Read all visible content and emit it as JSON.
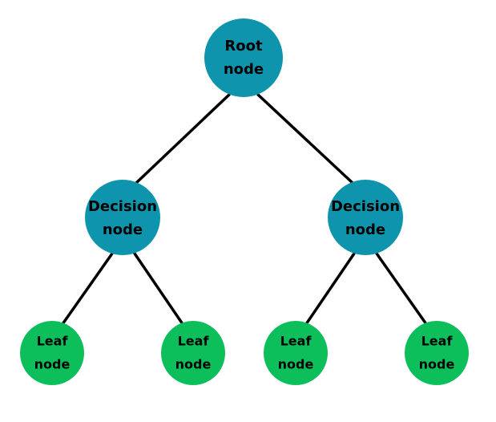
{
  "colors": {
    "root_fill": "#0e95ad",
    "decision_fill": "#0e95ad",
    "leaf_fill": "#0cbf5b",
    "edge": "#000000",
    "background": "#ffffff"
  },
  "tree": {
    "root": {
      "line1": "Root",
      "line2": "node"
    },
    "decision_left": {
      "line1": "Decision",
      "line2": "node"
    },
    "decision_right": {
      "line1": "Decision",
      "line2": "node"
    },
    "leaf_1": {
      "line1": "Leaf",
      "line2": "node"
    },
    "leaf_2": {
      "line1": "Leaf",
      "line2": "node"
    },
    "leaf_3": {
      "line1": "Leaf",
      "line2": "node"
    },
    "leaf_4": {
      "line1": "Leaf",
      "line2": "node"
    }
  }
}
